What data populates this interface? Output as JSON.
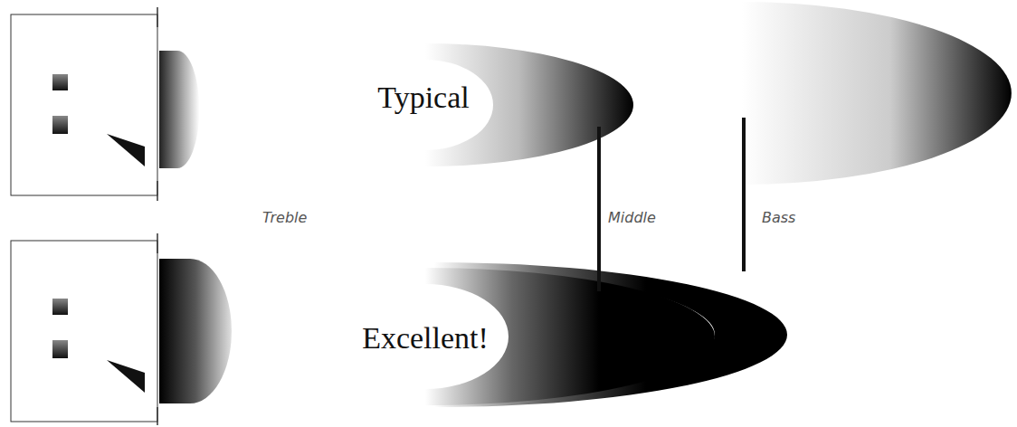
{
  "diagram": {
    "labels": [
      "Typical",
      "Treble",
      "Middle",
      "Bass",
      "Excellent!"
    ]
  }
}
